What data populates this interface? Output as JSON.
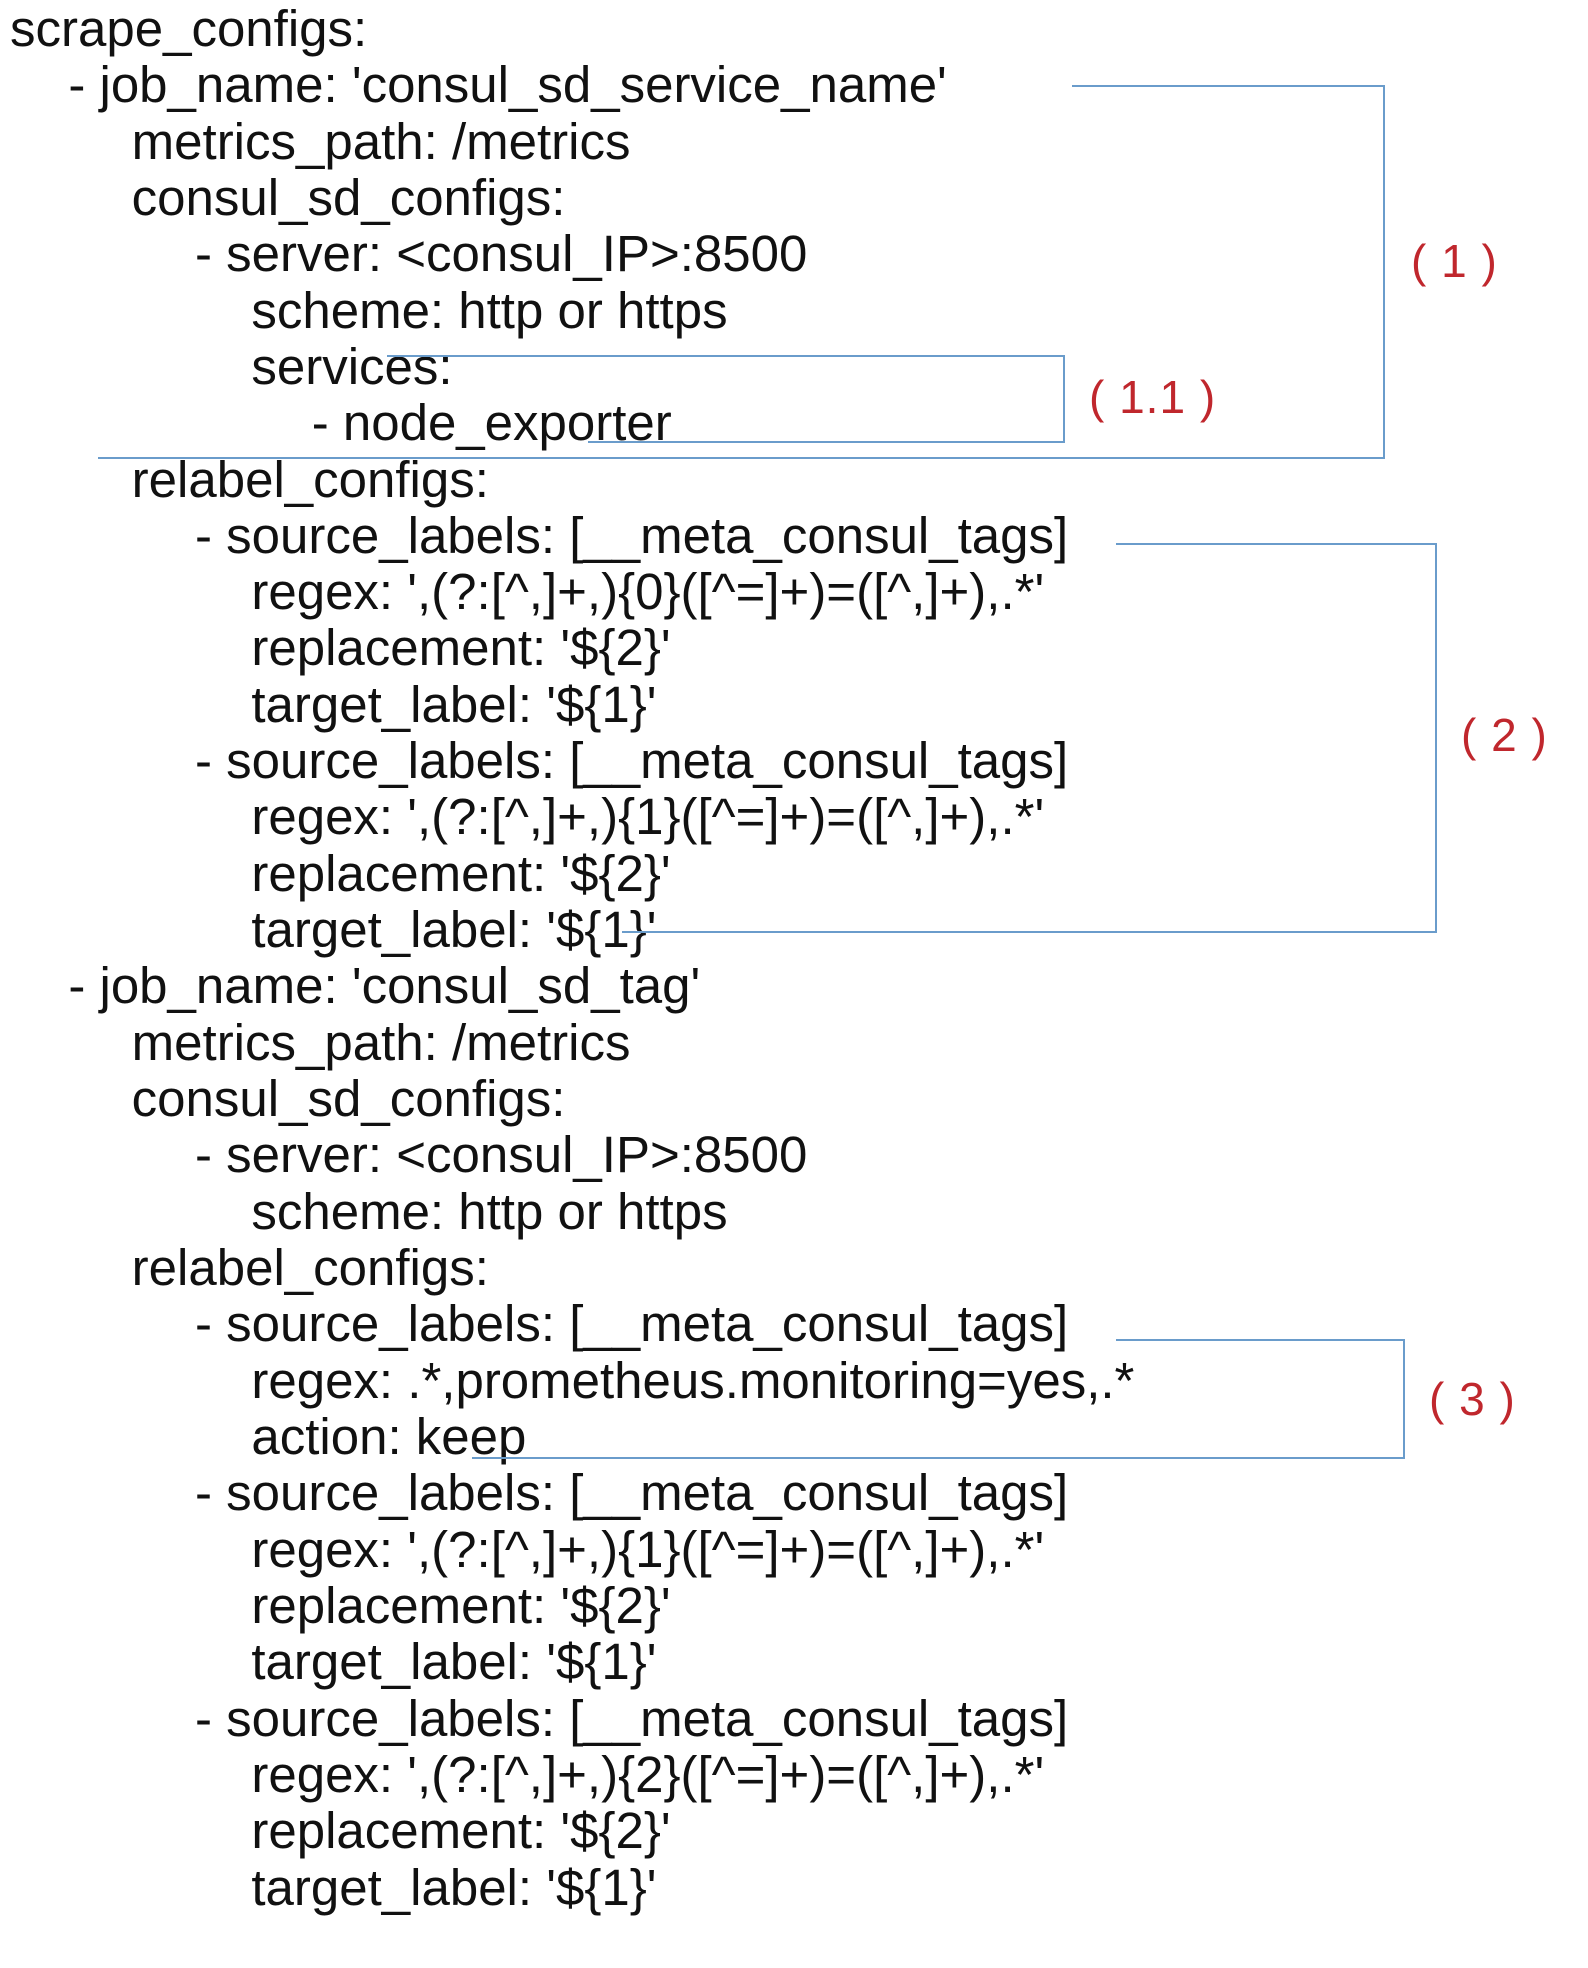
{
  "colors": {
    "code_text": "#111111",
    "bracket_line": "#6a9ccb",
    "annotation_text": "#c0272d"
  },
  "code": {
    "lines": [
      "scrape_configs:",
      "  - job_name: 'consul_sd_service_name'",
      "    metrics_path: /metrics",
      "    consul_sd_configs:",
      "      - server: <consul_IP>:8500",
      "        scheme: http or https",
      "        services:",
      "          - node_exporter",
      "    relabel_configs:",
      "      - source_labels: [__meta_consul_tags]",
      "        regex: ',(?:[^,]+,){0}([^=]+)=([^,]+),.*'",
      "        replacement: '${2}'",
      "        target_label: '${1}'",
      "      - source_labels: [__meta_consul_tags]",
      "        regex: ',(?:[^,]+,){1}([^=]+)=([^,]+),.*'",
      "        replacement: '${2}'",
      "        target_label: '${1}'",
      "  - job_name: 'consul_sd_tag'",
      "    metrics_path: /metrics",
      "    consul_sd_configs:",
      "      - server: <consul_IP>:8500",
      "        scheme: http or https",
      "    relabel_configs:",
      "      - source_labels: [__meta_consul_tags]",
      "        regex: .*,prometheus.monitoring=yes,.*",
      "        action: keep",
      "      - source_labels: [__meta_consul_tags]",
      "        regex: ',(?:[^,]+,){1}([^=]+)=([^,]+),.*'",
      "        replacement: '${2}'",
      "        target_label: '${1}'",
      "      - source_labels: [__meta_consul_tags]",
      "        regex: ',(?:[^,]+,){2}([^=]+)=([^,]+),.*'",
      "        replacement: '${2}'",
      "        target_label: '${1}'"
    ]
  },
  "annotations": {
    "a1": "( 1 )",
    "a1_1": "( 1.1 )",
    "a2": "( 2 )",
    "a3": "( 3 )"
  }
}
